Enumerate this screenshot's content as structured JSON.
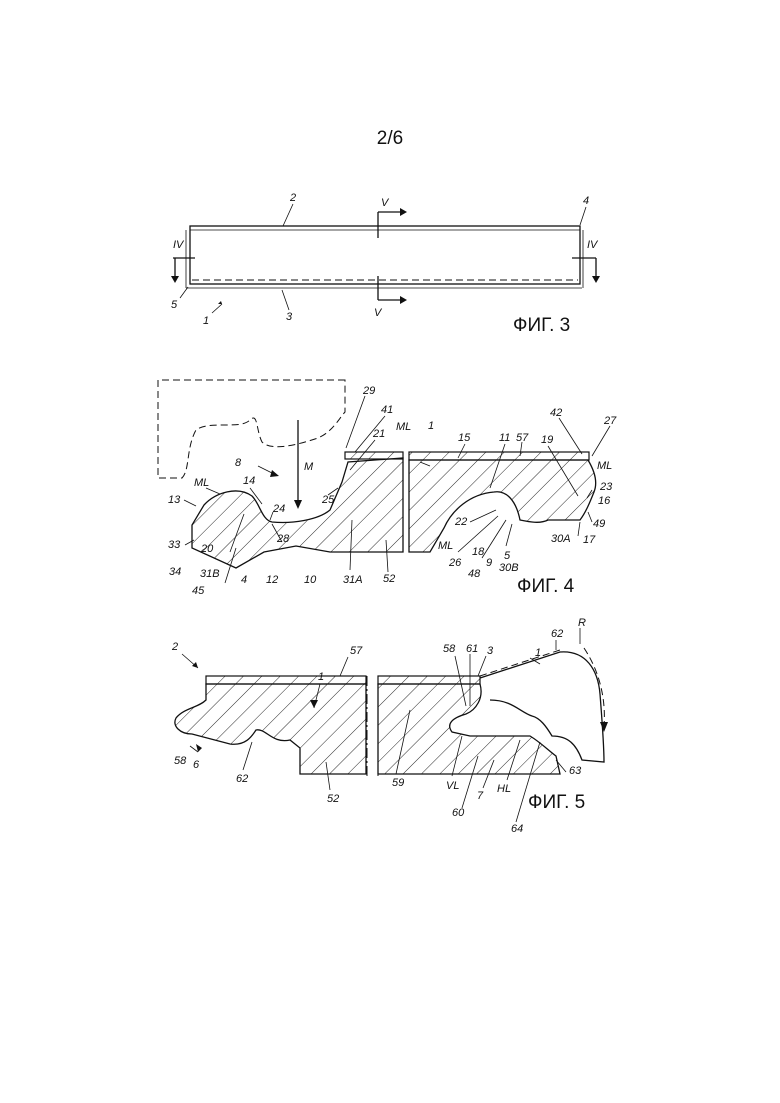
{
  "page": {
    "number": "2/6"
  },
  "fig3": {
    "caption": "ФИГ. 3",
    "section_v": "V",
    "section_iv": "IV",
    "labels": {
      "n2": "2",
      "n4": "4",
      "n5": "5",
      "n1": "1",
      "n3": "3"
    }
  },
  "fig4": {
    "caption": "ФИГ. 4",
    "labels": {
      "l29": "29",
      "l41": "41",
      "l1": "1",
      "l15": "15",
      "l11": "11",
      "l57": "57",
      "l42": "42",
      "l27": "27",
      "l19": "19",
      "l21": "21",
      "l8": "8",
      "lM": "M",
      "lML1": "ML",
      "lML2": "ML",
      "lML3": "ML",
      "lML4": "ML",
      "l13": "13",
      "l14": "14",
      "l24": "24",
      "l25": "25",
      "l22": "22",
      "l16": "16",
      "l23": "23",
      "l49": "49",
      "l30A": "30A",
      "l17": "17",
      "l33": "33",
      "l20": "20",
      "l28": "28",
      "l52": "52",
      "l26": "26",
      "l18": "18",
      "l9": "9",
      "l5": "5",
      "l34": "34",
      "l31B": "31B",
      "l4": "4",
      "l12": "12",
      "l10": "10",
      "l31A": "31A",
      "l48": "48",
      "l30B": "30B",
      "l45": "45"
    }
  },
  "fig5": {
    "caption": "ФИГ. 5",
    "labels": {
      "l2": "2",
      "l57": "57",
      "l1a": "1",
      "l58a": "58",
      "l61": "61",
      "l3": "3",
      "l1b": "1",
      "l62a": "62",
      "lR": "R",
      "l58b": "58",
      "l6": "6",
      "l62b": "62",
      "l52": "52",
      "l59": "59",
      "lVL": "VL",
      "l7": "7",
      "lHL": "HL",
      "l63": "63",
      "l60": "60",
      "l64": "64"
    }
  }
}
